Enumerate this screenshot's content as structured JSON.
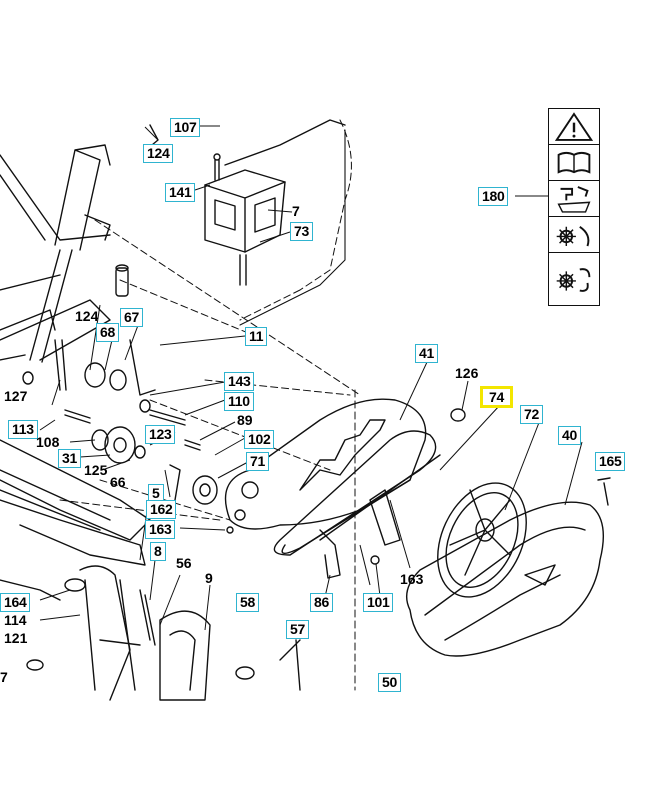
{
  "labels": [
    {
      "id": "107",
      "text": "107"
    },
    {
      "id": "124a",
      "text": "124"
    },
    {
      "id": "141",
      "text": "141"
    },
    {
      "id": "7",
      "text": "7"
    },
    {
      "id": "73",
      "text": "73"
    },
    {
      "id": "180",
      "text": "180"
    },
    {
      "id": "124b",
      "text": "124"
    },
    {
      "id": "68",
      "text": "68"
    },
    {
      "id": "67",
      "text": "67"
    },
    {
      "id": "11",
      "text": "11"
    },
    {
      "id": "41",
      "text": "41"
    },
    {
      "id": "126",
      "text": "126"
    },
    {
      "id": "74",
      "text": "74"
    },
    {
      "id": "72",
      "text": "72"
    },
    {
      "id": "40",
      "text": "40"
    },
    {
      "id": "143",
      "text": "143"
    },
    {
      "id": "110",
      "text": "110"
    },
    {
      "id": "127",
      "text": "127"
    },
    {
      "id": "113",
      "text": "113"
    },
    {
      "id": "108",
      "text": "108"
    },
    {
      "id": "123",
      "text": "123"
    },
    {
      "id": "89",
      "text": "89"
    },
    {
      "id": "102",
      "text": "102"
    },
    {
      "id": "31",
      "text": "31"
    },
    {
      "id": "71",
      "text": "71"
    },
    {
      "id": "125",
      "text": "125"
    },
    {
      "id": "66",
      "text": "66"
    },
    {
      "id": "5",
      "text": "5"
    },
    {
      "id": "165",
      "text": "165"
    },
    {
      "id": "162",
      "text": "162"
    },
    {
      "id": "163a",
      "text": "163"
    },
    {
      "id": "8",
      "text": "8"
    },
    {
      "id": "56",
      "text": "56"
    },
    {
      "id": "163b",
      "text": "163"
    },
    {
      "id": "9",
      "text": "9"
    },
    {
      "id": "164",
      "text": "164"
    },
    {
      "id": "114",
      "text": "114"
    },
    {
      "id": "121",
      "text": "121"
    },
    {
      "id": "86",
      "text": "86"
    },
    {
      "id": "101",
      "text": "101"
    },
    {
      "id": "58",
      "text": "58"
    },
    {
      "id": "57",
      "text": "57"
    },
    {
      "id": "50",
      "text": "50"
    },
    {
      "id": "7b",
      "text": "7"
    }
  ],
  "highlight_label": "74",
  "colors": {
    "label_border": "#2fb4d0",
    "highlight_border": "#f3e600",
    "ink": "#111111"
  },
  "icon_panel": [
    {
      "name": "warning-triangle-icon"
    },
    {
      "name": "read-manual-book-icon"
    },
    {
      "name": "operator-hands-icon"
    },
    {
      "name": "rotating-tines-hand-icon"
    },
    {
      "name": "rotating-tines-foot-icon"
    }
  ]
}
